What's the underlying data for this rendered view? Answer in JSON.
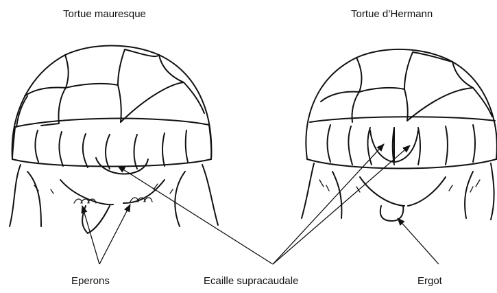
{
  "titles": {
    "left": "Tortue mauresque",
    "right": "Tortue d’Hermann"
  },
  "labels": {
    "eperons": "Eperons",
    "ecaille": "Ecaille supracaudale",
    "ergot": "Ergot"
  },
  "icons": [
    "turtle-shell-illustration",
    "arrow-pointer"
  ],
  "colors": {
    "ink": "#111111",
    "background": "#ffffff"
  }
}
